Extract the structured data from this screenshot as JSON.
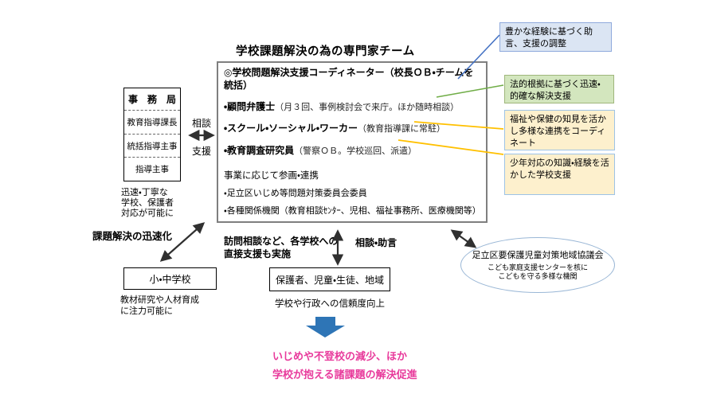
{
  "title": "学校課題解決の為の専門家チーム",
  "colors": {
    "outcome_pink": "#e8399b",
    "block_arrow_blue": "#2e75b6",
    "connector_blue": "#4472c4",
    "connector_green": "#70ad47",
    "connector_orange": "#ffc000",
    "callout_blue_fill": "#dbe5f3",
    "callout_green_fill": "#d3e6be",
    "callout_cream_fill": "#fdf0cd",
    "main_box_border": "#7f7f7f"
  },
  "secretariat": {
    "title": "事　務　局",
    "members": [
      "教育指導課長",
      "統括指導主事",
      "指導主事"
    ],
    "benefit": "迅速・丁寧な\n学校、保護者\n対応が可能に",
    "relation": {
      "top": "相談",
      "bottom": "支援"
    }
  },
  "team": {
    "heading": "◎学校問題解決支援コーディネーター（校長ＯＢ・チームを統括）",
    "members": [
      {
        "name": "・顧問弁護士",
        "note": "（月３回、事例検討会で来庁。ほか随時相談）"
      },
      {
        "name": "・スクール・ソーシャル・ワーカー",
        "note": "（教育指導課に常駐）"
      },
      {
        "name": "・教育調査研究員",
        "note": "（警察ＯＢ。学校巡回、派遣）"
      }
    ],
    "participation": {
      "heading": "事業に応じて参画・連携",
      "items": [
        "・足立区いじめ等問題対策委員会委員",
        "・各種関係機関（教育相談ｾﾝﾀｰ、児相、福祉事務所、医療機関等）"
      ]
    }
  },
  "callouts": [
    {
      "text": "豊かな経験に基づく助言、支援の調整"
    },
    {
      "text": "法的根拠に基づく迅速・的確な解決支援"
    },
    {
      "text": "福祉や保健の知見を活かし多様な連携をコーディネート"
    },
    {
      "text": "少年対応の知識・経験を活かした学校支援"
    }
  ],
  "bottom": {
    "speedup_label": "課題解決の迅速化",
    "visit_note": "訪問相談など、各学校への\n直接支援も実施",
    "consult_label": "相談・助言",
    "schools_box": "小・中学校",
    "schools_benefit": "教材研究や人材育成\nに注力可能に",
    "community_box": "保護者、児童・生徒、地域",
    "community_benefit": "学校や行政への信頼度向上",
    "outcome": "いじめや不登校の減少、ほか\n学校が抱える諸課題の解決促進"
  },
  "council": {
    "title": "足立区要保護児童対策地域協議会",
    "subtitle": "こども家庭支援センターを核に\nこどもを守る多様な機関"
  }
}
